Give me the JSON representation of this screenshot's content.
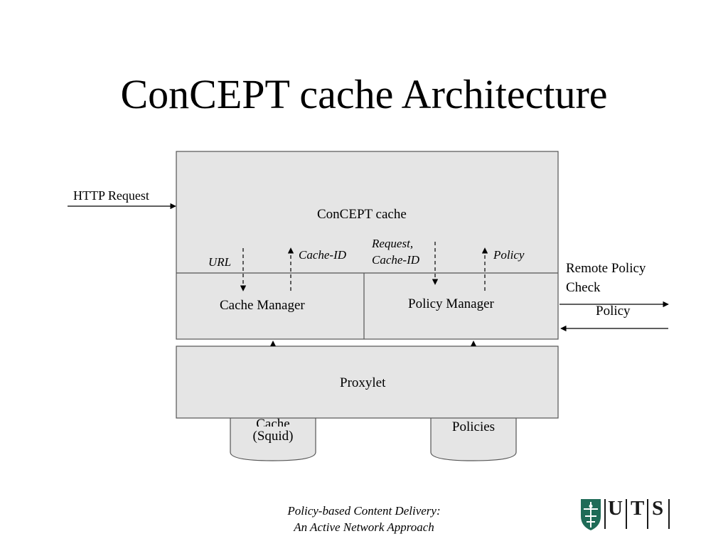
{
  "slide": {
    "title": "ConCEPT cache Architecture"
  },
  "diagram": {
    "main_box_label": "ConCEPT cache",
    "cache_manager": "Cache Manager",
    "policy_manager": "Policy Manager",
    "proxylet": "Proxylet",
    "cache_store_line1": "Cache",
    "cache_store_line2": "(Squid)",
    "policies_store": "Policies",
    "http_request": "HTTP Request",
    "url": "URL",
    "cache_id": "Cache-ID",
    "request_line1": "Request,",
    "request_line2": "Cache-ID",
    "policy_up": "Policy",
    "remote_line1": "Remote Policy",
    "remote_line2": "Check",
    "policy_return": "Policy"
  },
  "footer": {
    "line1": "Policy-based Content Delivery:",
    "line2": "An Active Network Approach"
  },
  "logo": {
    "letters": [
      "U",
      "T",
      "S"
    ],
    "shield_color": "#1f6b57"
  },
  "colors": {
    "box_fill": "#e5e5e5",
    "stroke": "#555555"
  }
}
